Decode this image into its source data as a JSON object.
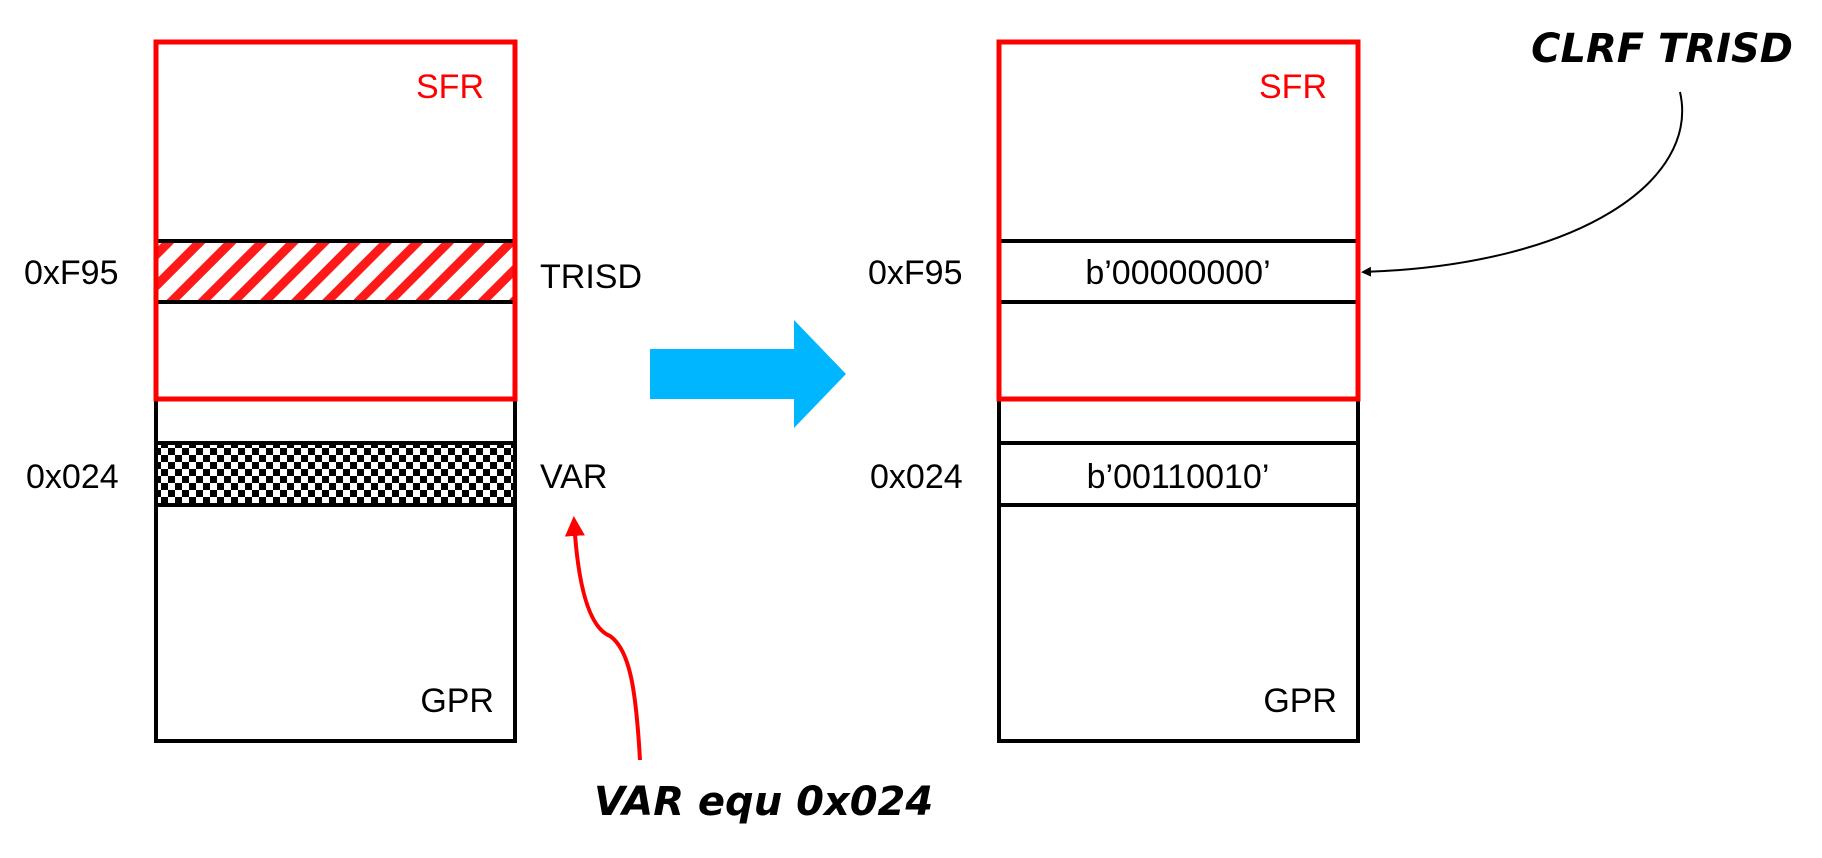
{
  "left_memory": {
    "sfr_label": "SFR",
    "gpr_label": "GPR",
    "trisd_address": "0xF95",
    "trisd_name": "TRISD",
    "var_address": "0x024",
    "var_name": "VAR"
  },
  "right_memory": {
    "sfr_label": "SFR",
    "gpr_label": "GPR",
    "trisd_address": "0xF95",
    "trisd_value": "b’00000000’",
    "var_address": "0x024",
    "var_value": "b’00110010’"
  },
  "annotations": {
    "var_definition": "VAR equ 0x024",
    "instruction": "CLRF TRISD"
  },
  "colors": {
    "sfr_border": "#ff0000",
    "transition_arrow": "#00b7ff",
    "outline": "#000000"
  }
}
